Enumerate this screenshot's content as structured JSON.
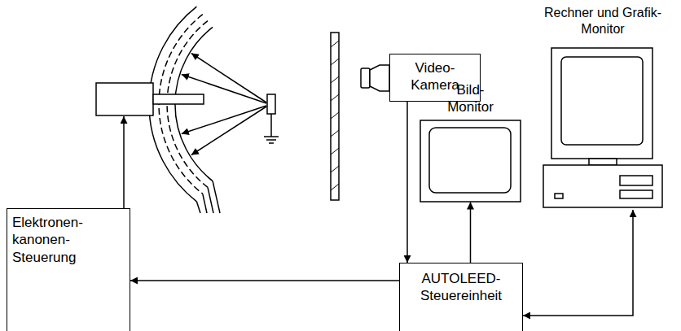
{
  "diagram": {
    "nodes": [
      {
        "text": [
          "Video- Kamera"
        ]
      },
      {
        "text": [
          "Bild- Monitor"
        ]
      },
      {
        "text": [
          "Rechner und Grafik-Monitor"
        ]
      },
      {
        "text": [
          "Elektronen- kanonen- Steuerung"
        ]
      },
      {
        "text": [
          "AUTOLEED- Steuereinheit"
        ]
      }
    ],
    "edges": [
      {
        "from": 4,
        "to": 3,
        "arrow": "to"
      },
      {
        "from": 0,
        "to": 4,
        "arrow": "to"
      },
      {
        "from": 4,
        "to": 1,
        "arrow": "to"
      },
      {
        "from": 4,
        "to": 2,
        "arrow": "both"
      }
    ]
  }
}
